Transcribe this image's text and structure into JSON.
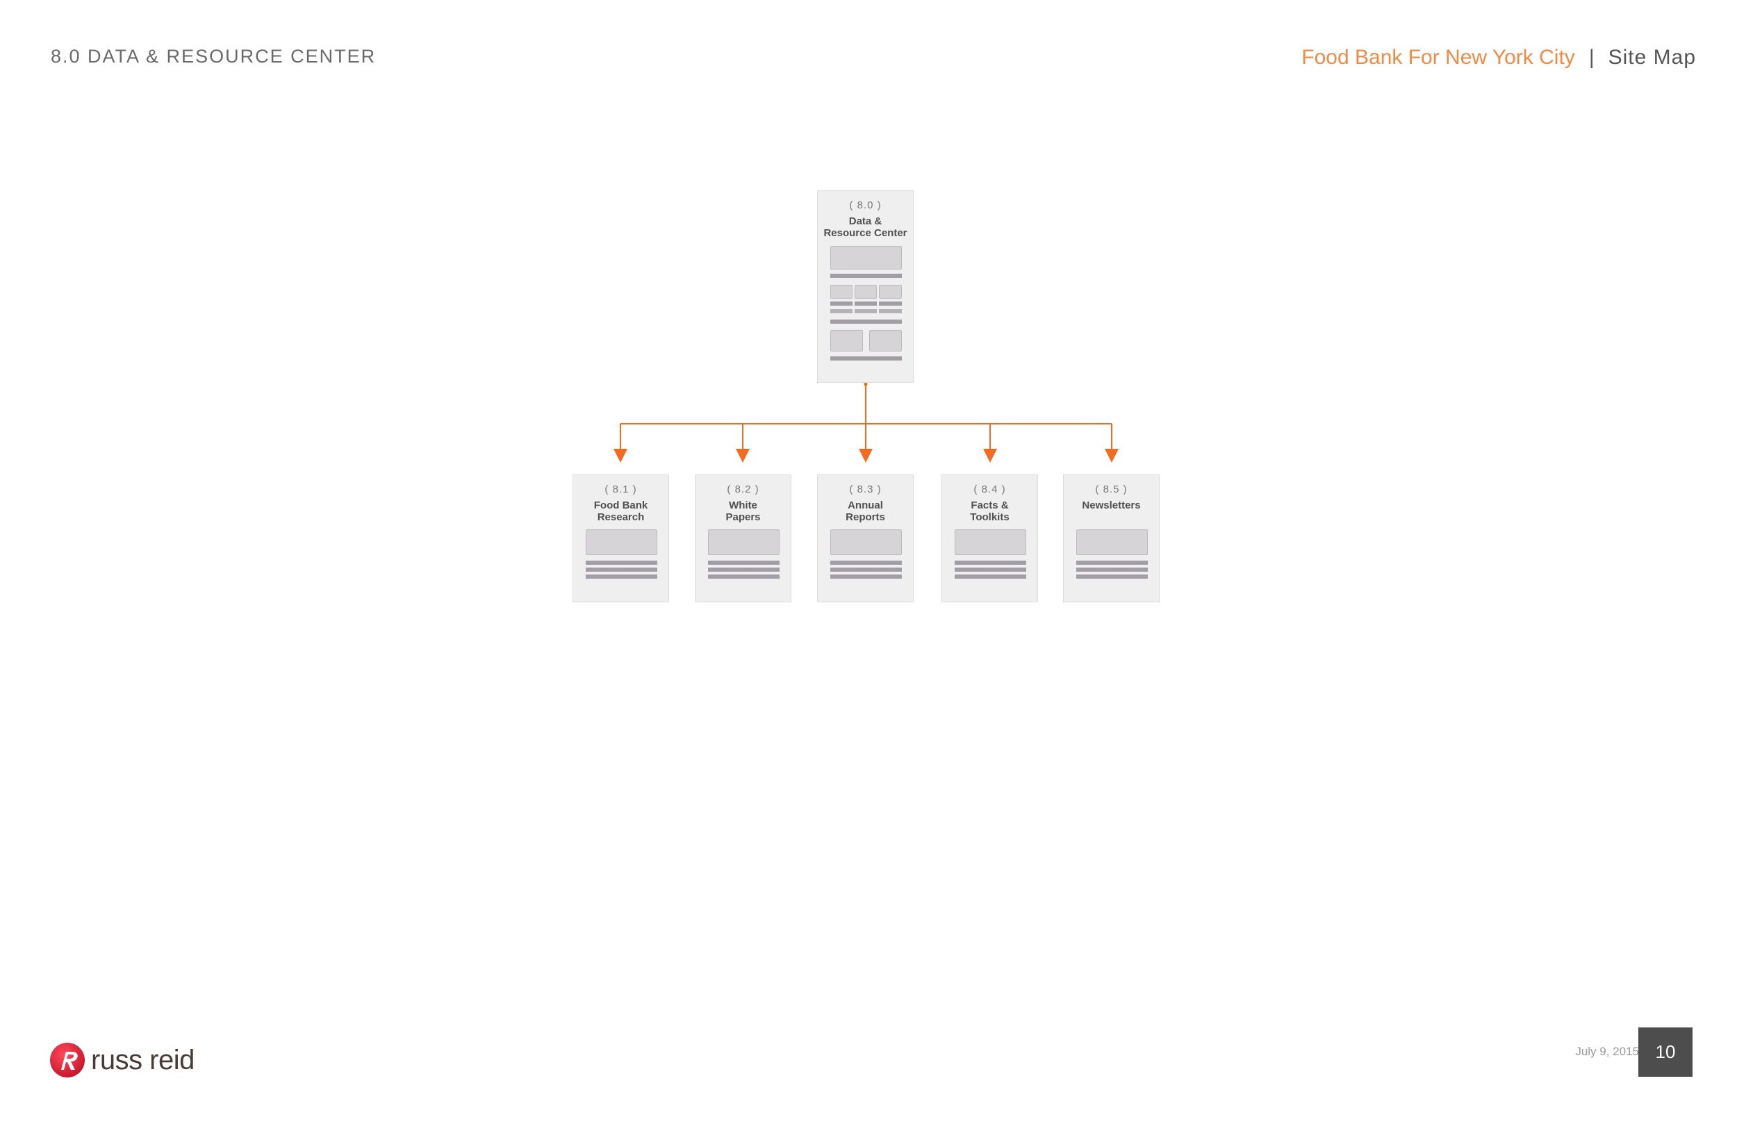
{
  "header": {
    "section_title": "8.0 DATA & RESOURCE CENTER",
    "project_name": "Food Bank For New York City",
    "separator": "|",
    "doc_type": "Site Map"
  },
  "colors": {
    "accent": "#f08a45",
    "connector": "#f26b22",
    "card_bg": "#efefef",
    "placeholder": "#d7d4d8",
    "text_line": "#a39ea5",
    "page_badge": "#4d4d4d"
  },
  "sitemap": {
    "root": {
      "number": "( 8.0 )",
      "title": "Data &\nResource Center"
    },
    "children": [
      {
        "number": "( 8.1 )",
        "title": "Food Bank\nResearch"
      },
      {
        "number": "( 8.2 )",
        "title": "White\nPapers"
      },
      {
        "number": "( 8.3 )",
        "title": "Annual\nReports"
      },
      {
        "number": "( 8.4 )",
        "title": "Facts &\nToolkits"
      },
      {
        "number": "( 8.5 )",
        "title": "Newsletters"
      }
    ]
  },
  "footer": {
    "logo_text": "russ reid",
    "date": "July 9, 2015",
    "page_number": "10"
  }
}
